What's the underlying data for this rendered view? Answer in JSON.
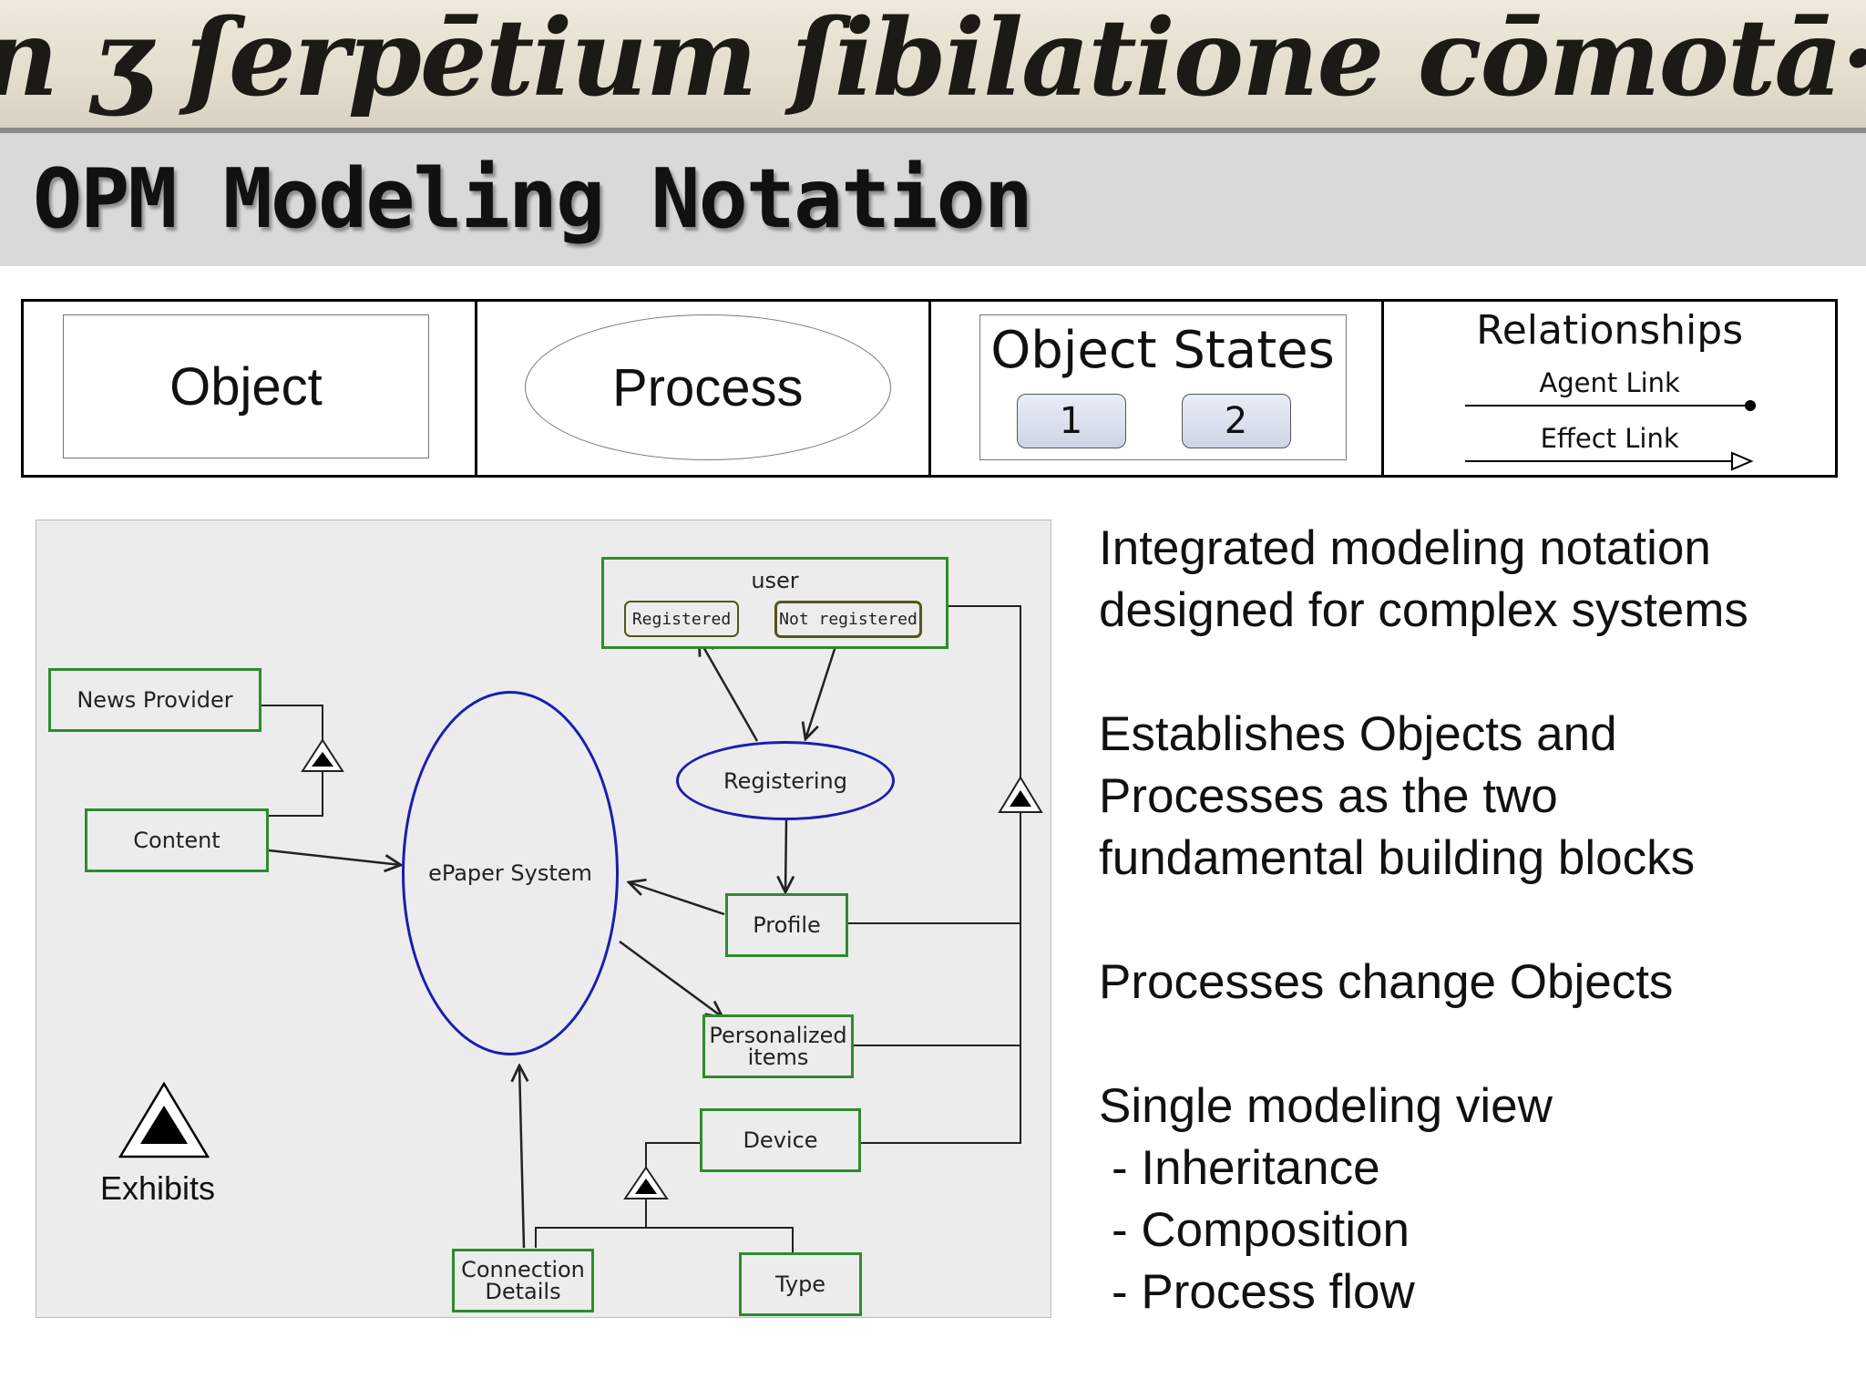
{
  "banner": {
    "text": "n ʒ ſerpētium ſibilatione cōmotā·"
  },
  "title": "OPM Modeling Notation",
  "legend": {
    "object_label": "Object",
    "process_label": "Process",
    "states": {
      "title": "Object States",
      "state1": "1",
      "state2": "2"
    },
    "relationships": {
      "title": "Relationships",
      "agent_link": "Agent Link",
      "effect_link": "Effect Link"
    }
  },
  "diagram": {
    "objects": {
      "user": "user",
      "registered": "Registered",
      "not_registered": "Not registered",
      "news_provider": "News Provider",
      "content": "Content",
      "profile": "Profile",
      "personalized_items": [
        "Personalized",
        "items"
      ],
      "device": "Device",
      "connection_details": [
        "Connection",
        "Details"
      ],
      "type": "Type"
    },
    "processes": {
      "registering": "Registering",
      "epaper_system": "ePaper System"
    },
    "exhibits_label": "Exhibits",
    "colors": {
      "object_border": "#2e8b2e",
      "process_border": "#1c1cb0",
      "state_border": "#55551a"
    }
  },
  "bullets": [
    {
      "lines": [
        "Integrated modeling notation",
        "designed for complex systems"
      ]
    },
    {
      "lines": [
        "Establishes Objects and",
        "Processes as the two",
        "fundamental building blocks"
      ]
    },
    {
      "lines": [
        "Processes change Objects"
      ]
    },
    {
      "lines": [
        "Single modeling view"
      ],
      "sub": [
        "- Inheritance",
        "- Composition",
        "- Process flow"
      ]
    }
  ]
}
